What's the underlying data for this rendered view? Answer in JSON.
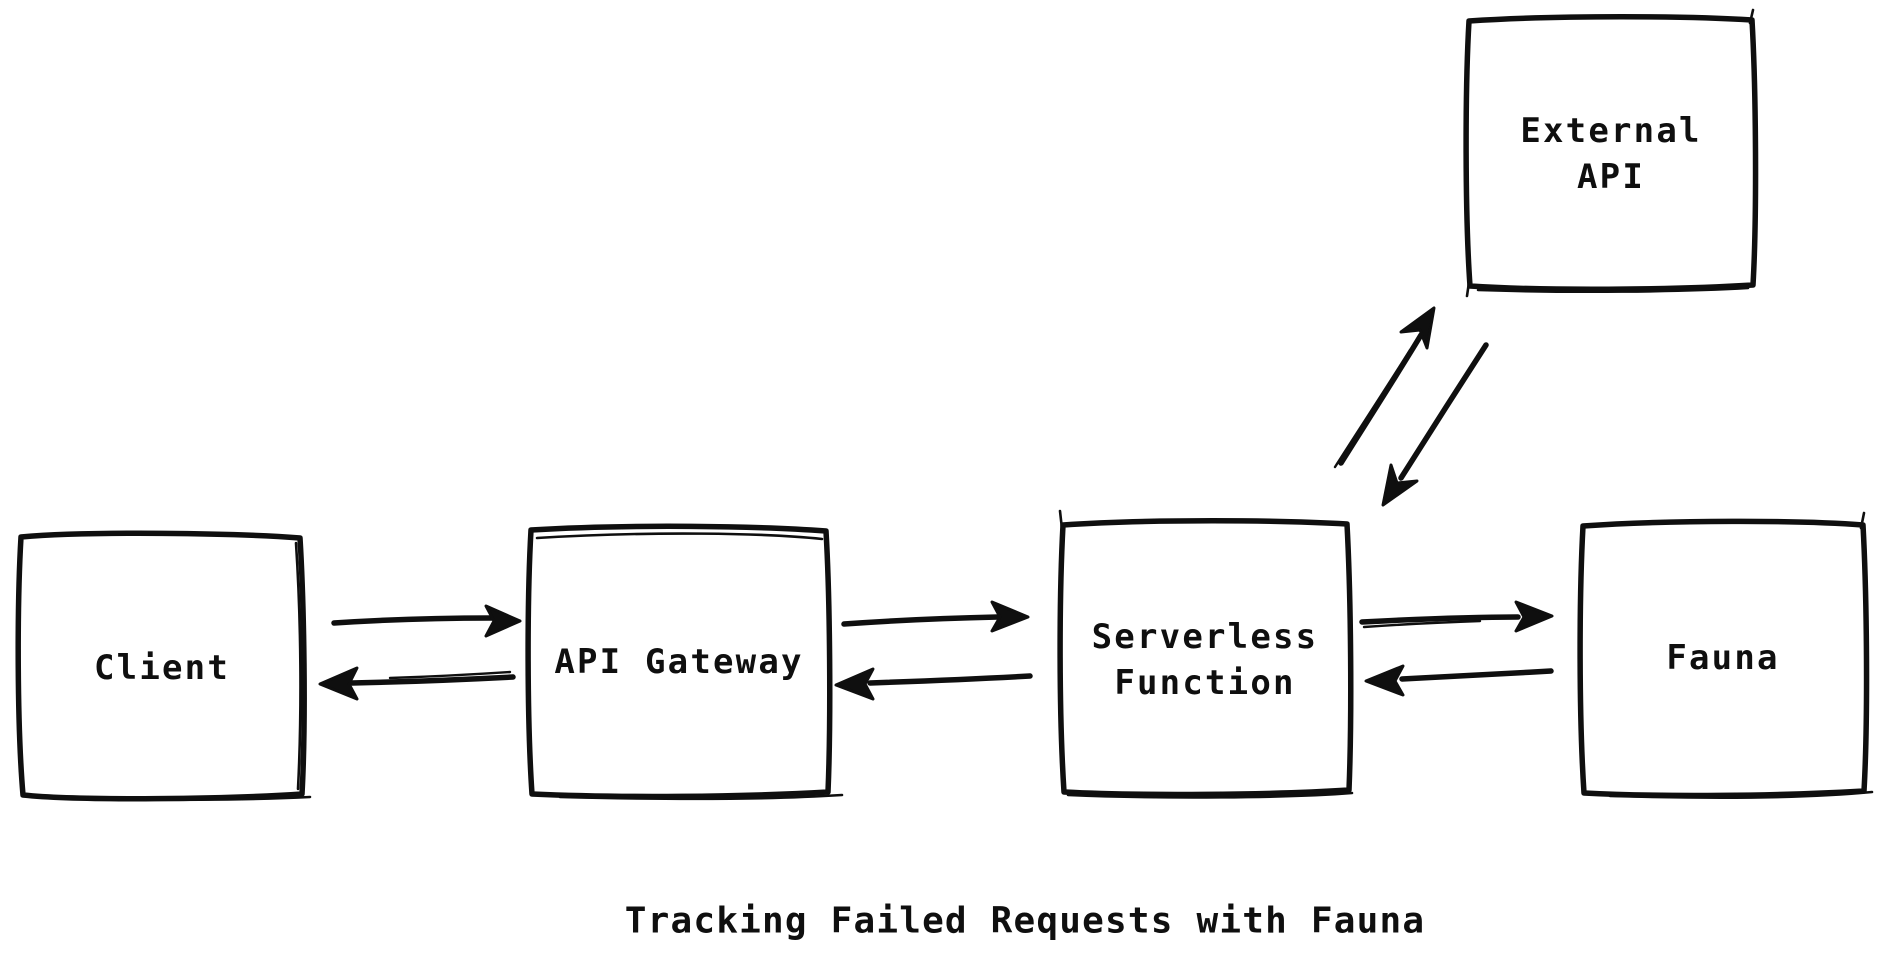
{
  "page": {
    "background_color": "#ffffff",
    "stroke_color": "#0f0f0f",
    "text_color": "#0f0f0f"
  },
  "diagram": {
    "title": "Tracking Failed Requests with Fauna",
    "style": "hand-drawn sketch, black on white",
    "nodes": [
      {
        "id": "client",
        "label": "Client"
      },
      {
        "id": "api-gateway",
        "label": "API Gateway"
      },
      {
        "id": "serverless-function",
        "label": "Serverless Function",
        "lines": [
          "Serverless",
          "Function"
        ]
      },
      {
        "id": "fauna",
        "label": "Fauna"
      },
      {
        "id": "external-api",
        "label": "External API",
        "lines": [
          "External",
          "API"
        ]
      }
    ],
    "edges": [
      {
        "from": "client",
        "to": "api-gateway",
        "direction": "right"
      },
      {
        "from": "api-gateway",
        "to": "client",
        "direction": "left"
      },
      {
        "from": "api-gateway",
        "to": "serverless-function",
        "direction": "right"
      },
      {
        "from": "serverless-function",
        "to": "api-gateway",
        "direction": "left"
      },
      {
        "from": "serverless-function",
        "to": "fauna",
        "direction": "right"
      },
      {
        "from": "fauna",
        "to": "serverless-function",
        "direction": "left"
      },
      {
        "from": "serverless-function",
        "to": "external-api",
        "direction": "up-right-diagonal"
      },
      {
        "from": "external-api",
        "to": "serverless-function",
        "direction": "down-left-diagonal"
      }
    ]
  }
}
